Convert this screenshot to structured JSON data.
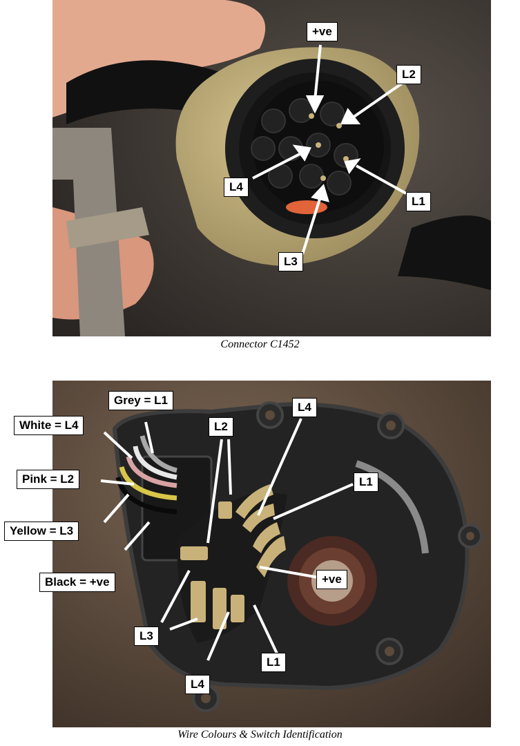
{
  "figure1": {
    "caption": "Connector C1452",
    "labels": {
      "plus_ve": "+ve",
      "l2": "L2",
      "l4": "L4",
      "l1": "L1",
      "l3": "L3"
    }
  },
  "figure2": {
    "caption": "Wire Colours & Switch Identification",
    "labels": {
      "grey": "Grey = L1",
      "white": "White = L4",
      "pink": "Pink = L2",
      "yellow": "Yellow = L3",
      "black": "Black = +ve",
      "l2": "L2",
      "l4_top": "L4",
      "l1_right": "L1",
      "plus_ve": "+ve",
      "l3": "L3",
      "l4_bottom": "L4",
      "l1_bottom": "L1"
    }
  },
  "colors": {
    "photo1_bg": "#3a3633",
    "photo2_bg": "#5c4a3a",
    "brass": "#b9a774",
    "connector": "#1b1b1b",
    "switch_body": "#2a2a2a",
    "contact": "#c9b27a"
  }
}
